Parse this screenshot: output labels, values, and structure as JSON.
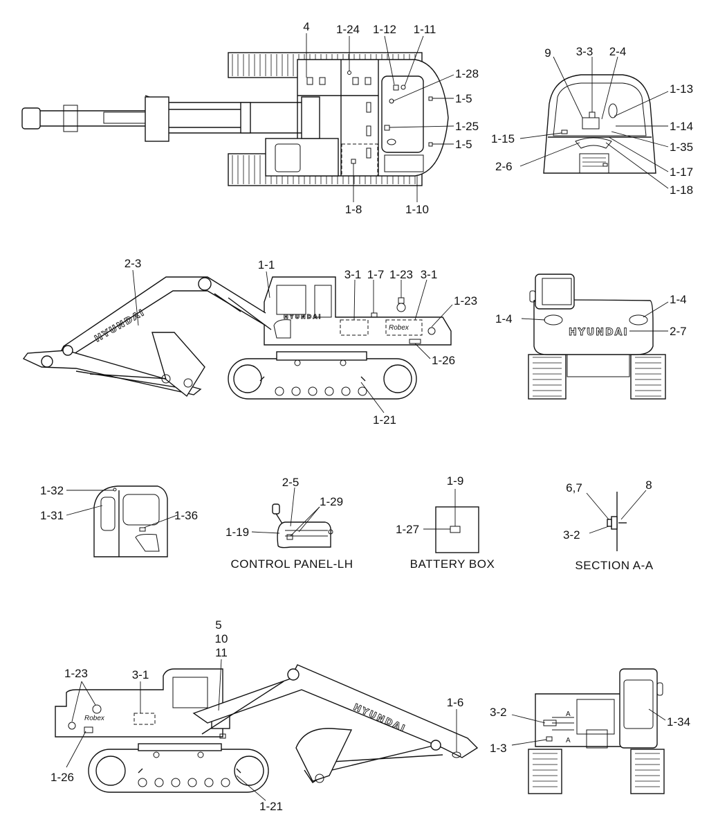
{
  "labels": {
    "l_4": "4",
    "l_1_24": "1-24",
    "l_1_12": "1-12",
    "l_1_11": "1-11",
    "l_1_28": "1-28",
    "l_1_5a": "1-5",
    "l_1_25": "1-25",
    "l_1_5b": "1-5",
    "l_1_8": "1-8",
    "l_1_10": "1-10",
    "l_9": "9",
    "l_3_3": "3-3",
    "l_2_4": "2-4",
    "l_1_13": "1-13",
    "l_1_14": "1-14",
    "l_1_15": "1-15",
    "l_1_35": "1-35",
    "l_2_6": "2-6",
    "l_1_17": "1-17",
    "l_1_18": "1-18",
    "l_2_3": "2-3",
    "l_1_1": "1-1",
    "l_3_1a": "3-1",
    "l_1_7": "1-7",
    "l_1_23a": "1-23",
    "l_3_1b": "3-1",
    "l_1_23b": "1-23",
    "l_1_26a": "1-26",
    "l_1_21a": "1-21",
    "l_1_4a": "1-4",
    "l_1_4b": "1-4",
    "l_2_7": "2-7",
    "l_1_32": "1-32",
    "l_1_31": "1-31",
    "l_1_36": "1-36",
    "l_2_5": "2-5",
    "l_1_29": "1-29",
    "l_1_19": "1-19",
    "l_1_9": "1-9",
    "l_1_27": "1-27",
    "l_6_7": "6,7",
    "l_8": "8",
    "l_3_2a": "3-2",
    "l_5": "5",
    "l_10": "10",
    "l_11": "11",
    "l_1_23c": "1-23",
    "l_3_1c": "3-1",
    "l_1_26b": "1-26",
    "l_1_21b": "1-21",
    "l_1_6": "1-6",
    "l_3_2b": "3-2",
    "l_1_3": "1-3",
    "l_1_34": "1-34"
  },
  "captions": {
    "control_panel": "CONTROL PANEL-LH",
    "battery_box": "BATTERY BOX",
    "section": "SECTION A-A"
  },
  "decals": {
    "brand": "HYUNDAI",
    "model": "Robex",
    "section_mark": "A"
  }
}
